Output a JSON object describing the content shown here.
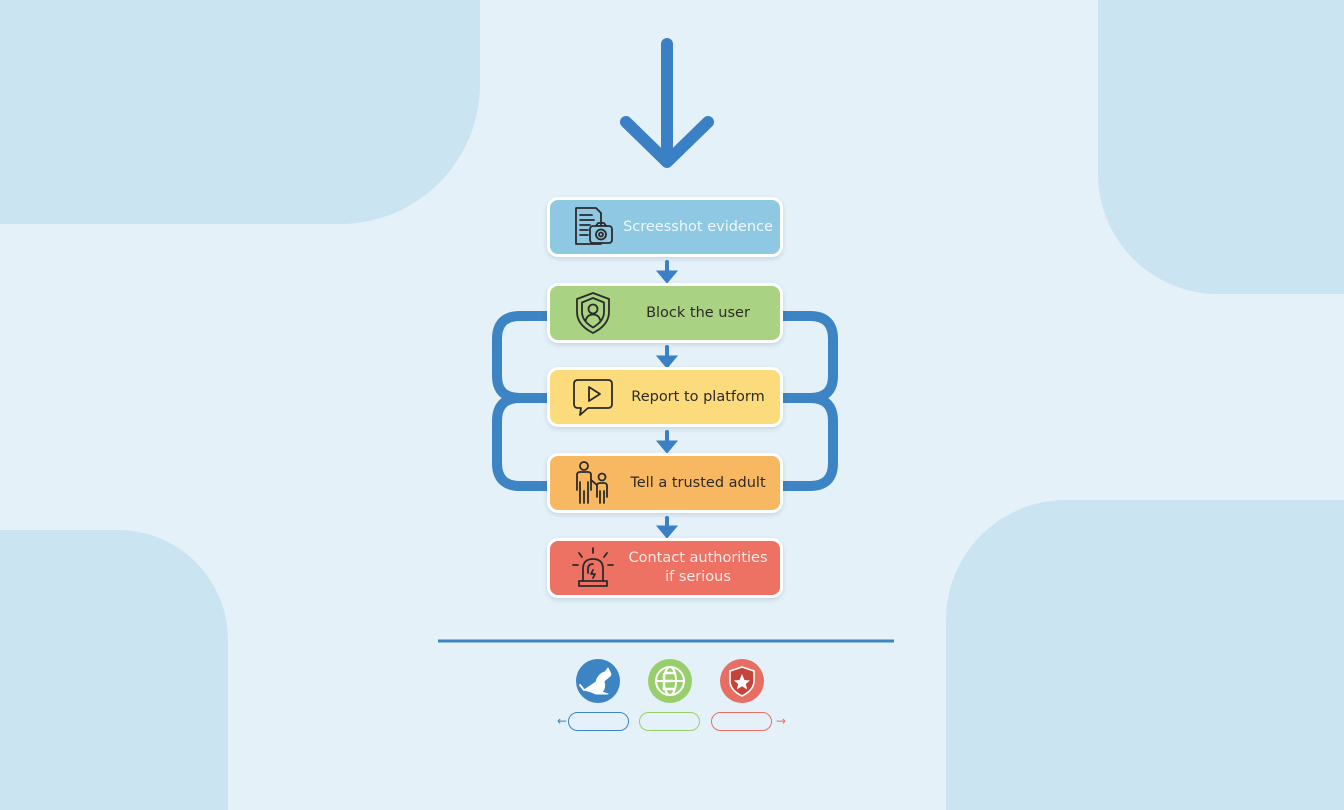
{
  "steps": [
    {
      "label_lines": [
        "Screesshot evidence"
      ],
      "icon": "document-camera-icon",
      "color": "#8ec8e2"
    },
    {
      "label_lines": [
        "Block the user"
      ],
      "icon": "shield-user-icon",
      "color": "#a9d283"
    },
    {
      "label_lines": [
        "Report to platform"
      ],
      "icon": "play-speech-bubble-icon",
      "color": "#fbdb7c"
    },
    {
      "label_lines": [
        "Tell a trusted adult"
      ],
      "icon": "adult-child-icon",
      "color": "#f8b862"
    },
    {
      "label_lines": [
        "Contact authorities",
        "if serious"
      ],
      "icon": "alarm-siren-icon",
      "color": "#ed7264"
    }
  ],
  "badges": [
    {
      "icon": "kangaroo-icon",
      "color": "#3d84c4"
    },
    {
      "icon": "globe-e-icon",
      "color": "#98cf6c"
    },
    {
      "icon": "police-badge-icon",
      "color": "#e76e62"
    }
  ],
  "colors": {
    "arrow": "#3b80c4",
    "connector": "#3d84c4",
    "background": "#e4f1f9",
    "blob": "#cbe4f1",
    "icon_stroke": "#2b2b2b"
  }
}
